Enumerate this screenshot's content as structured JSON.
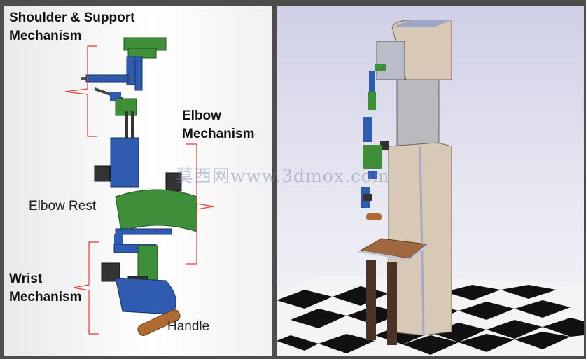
{
  "labels": {
    "shoulder_line1": "Shoulder & Support",
    "shoulder_line2": "Mechanism",
    "elbow_line1": "Elbow",
    "elbow_line2": "Mechanism",
    "elbow_rest": "Elbow Rest",
    "wrist_line1": "Wrist",
    "wrist_line2": "Mechanism",
    "handle": "Handle"
  },
  "watermark": "莫西网www.3dmox.com",
  "colors": {
    "bracket": "#e53b3b",
    "green_part": "#3f8f3a",
    "blue_part": "#2f5bb0",
    "handle": "#b06a30",
    "tower": "#d8c9b6",
    "seat": "#a0683f",
    "chair_legs": "#4a3326"
  }
}
